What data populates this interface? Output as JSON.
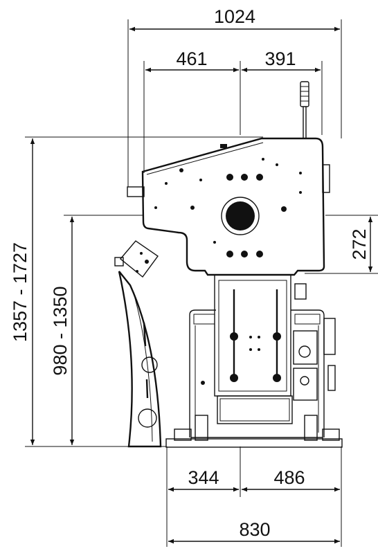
{
  "drawing": {
    "dimensions": {
      "overall_width": "1024",
      "upper_left": "461",
      "upper_right": "391",
      "overall_height": "1357 - 1727",
      "table_height": "980 - 1350",
      "right_height": "272",
      "base_left": "344",
      "base_right": "486",
      "base_width": "830"
    }
  }
}
